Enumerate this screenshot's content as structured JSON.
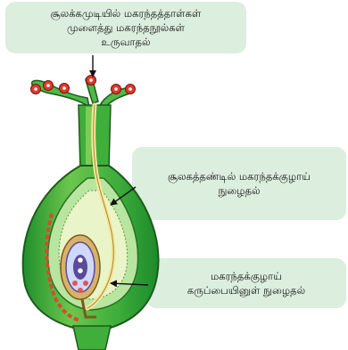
{
  "labels": {
    "top": [
      "சூலக்கமுடியில் மகரந்தத்தாள்கள்",
      "முளைத்து மகரந்தநூல்கள்",
      "உருவாதல்"
    ],
    "middle": [
      "சூலகத்தண்டில் மகரந்தக்குழாய்",
      "நுழைதல்"
    ],
    "bottom": [
      "மகரந்தக்குழாய்",
      "கருப்பையினுள் நுழைதல்"
    ]
  },
  "colors": {
    "callout_fill": "#dceedd",
    "pistil_green": "#2fae3a",
    "pistil_light": "#8fd35f",
    "pollen_tube": "#f5e6a0",
    "pollen_red": "#e23a2a",
    "ovule_violet": "#5b4a9a"
  }
}
